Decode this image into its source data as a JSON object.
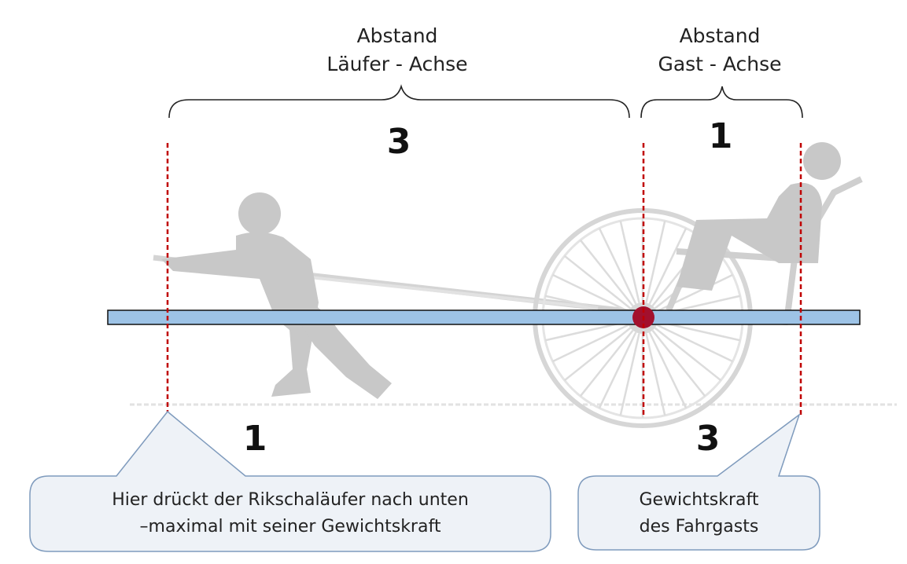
{
  "labels": {
    "left_bracket_line1": "Abstand",
    "left_bracket_line2": "Läufer - Achse",
    "right_bracket_line1": "Abstand",
    "right_bracket_line2": "Gast - Achse",
    "upper_left_ratio": "3",
    "upper_right_ratio": "1",
    "lower_left_ratio": "1",
    "lower_right_ratio": "3"
  },
  "callouts": {
    "left_line1": "Hier drückt der Rikschaläufer nach unten",
    "left_line2": "–maximal mit seiner Gewichtskraft",
    "right_line1": "Gewichtskraft",
    "right_line2": "des Fahrgasts"
  },
  "colors": {
    "lever_bar": "#9dc3e6",
    "pivot": "#a3102d",
    "dashed_line": "#c00000",
    "silhouette": "#c8c8c8",
    "callout_fill": "#eef2f7"
  }
}
